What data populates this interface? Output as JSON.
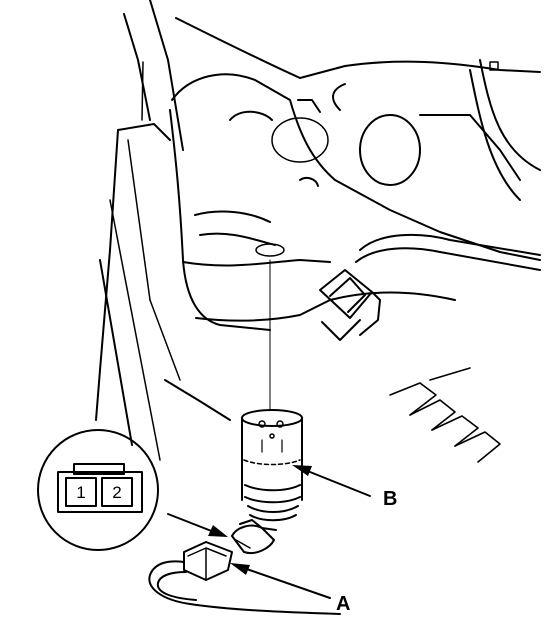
{
  "callouts": {
    "a": "A",
    "b": "B"
  },
  "connector_inset": {
    "pins": [
      "1",
      "2"
    ]
  },
  "colors": {
    "line": "#000000",
    "background": "#ffffff"
  }
}
